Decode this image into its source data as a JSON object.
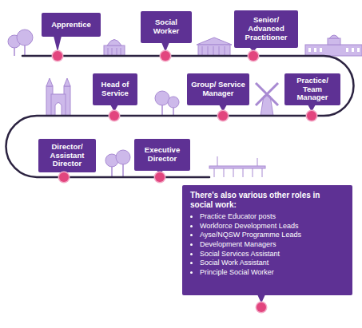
{
  "diagram": {
    "nodes": [
      {
        "text": [
          "Apprentice"
        ]
      },
      {
        "text": [
          "Social Worker"
        ]
      },
      {
        "text": [
          "Senior/ Advanced Practitioner"
        ]
      },
      {
        "text": [
          "Practice/ Team Manager"
        ]
      },
      {
        "text": [
          "Group/ Service Manager"
        ]
      },
      {
        "text": [
          "Head of Service"
        ]
      },
      {
        "text": [
          "Director/ Assistant Director"
        ]
      },
      {
        "text": [
          "Executive Director"
        ]
      },
      {
        "text": [
          "There's also various other roles in social work:",
          "Practice Educator posts",
          "Workforce Development Leads",
          "Ayse/NQSW Programme Leads",
          "Development Managers",
          "Social Services Assistant",
          "Social Work Assistant",
          "Principle Social Worker"
        ]
      }
    ],
    "edges": [
      {
        "from": 0,
        "to": 1,
        "arrow": "none"
      },
      {
        "from": 1,
        "to": 2,
        "arrow": "none"
      },
      {
        "from": 2,
        "to": 3,
        "arrow": "none"
      },
      {
        "from": 3,
        "to": 4,
        "arrow": "none"
      },
      {
        "from": 4,
        "to": 5,
        "arrow": "none"
      },
      {
        "from": 5,
        "to": 6,
        "arrow": "none"
      },
      {
        "from": 6,
        "to": 7,
        "arrow": "none"
      }
    ]
  }
}
